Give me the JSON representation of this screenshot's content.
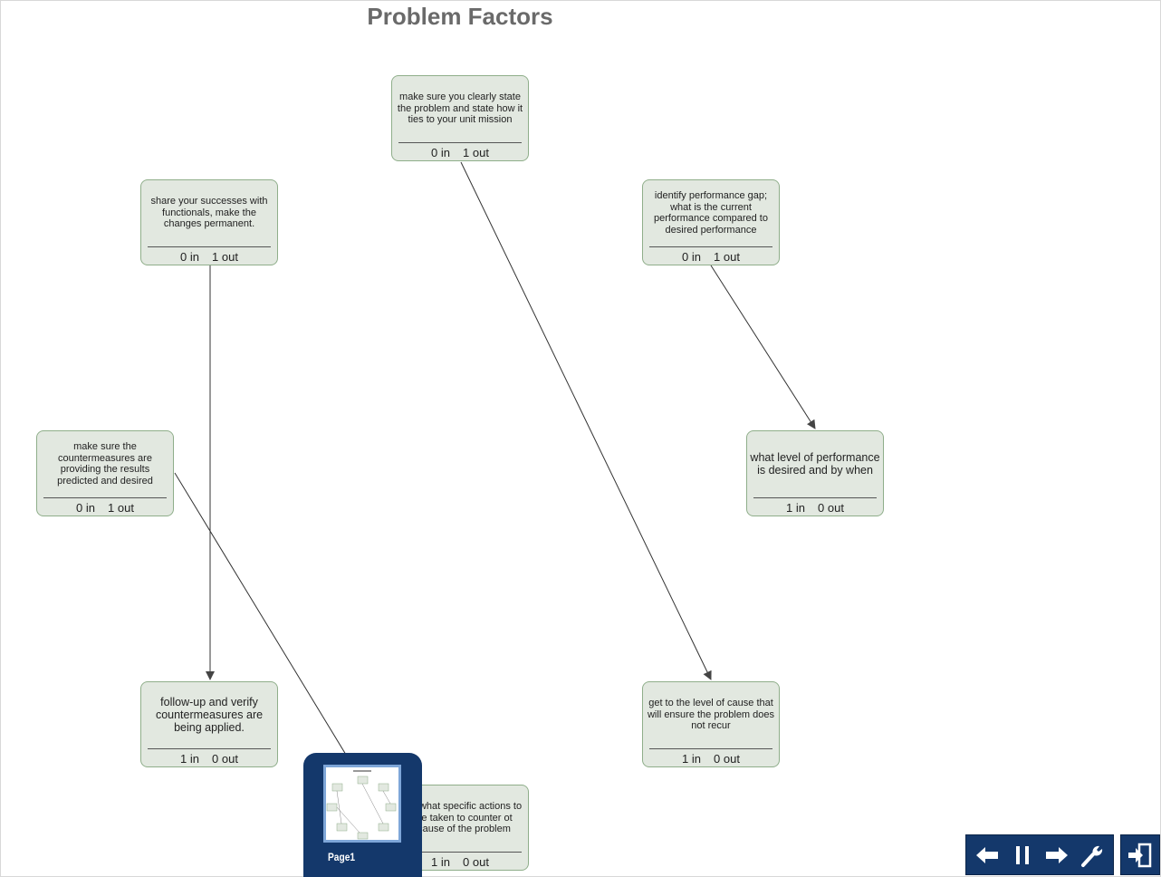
{
  "title": "Problem Factors",
  "nodes": [
    {
      "text": "make sure you clearly state the problem and state how it ties to your unit mission",
      "in": "0 in",
      "out": "1 out"
    },
    {
      "text": "share your successes with functionals, make the changes permanent.",
      "in": "0 in",
      "out": "1 out"
    },
    {
      "text": "identify performance gap; what is the current performance compared to desired performance",
      "in": "0 in",
      "out": "1 out"
    },
    {
      "text": "make sure the countermeasures are providing the results predicted and desired",
      "in": "0 in",
      "out": "1 out"
    },
    {
      "text": "what level of performance is desired and by when",
      "in": "1 in",
      "out": "0 out"
    },
    {
      "text": "follow-up and verify countermeasures are being applied.",
      "in": "1 in",
      "out": "0 out"
    },
    {
      "text": "get to the level of cause that will ensure the problem does not recur",
      "in": "1 in",
      "out": "0 out"
    },
    {
      "text": "ify what specific actions to be taken to counter ot cause of the problem",
      "in": "1 in",
      "out": "0 out"
    }
  ],
  "page_panel": {
    "label": "Page1"
  },
  "toolbar": {
    "buttons": [
      "back-arrow-icon",
      "pause-icon",
      "forward-arrow-icon",
      "wrench-icon"
    ],
    "exit": "exit-icon"
  },
  "colors": {
    "node_fill": "#e2e8e0",
    "node_border": "#8fae8a",
    "title": "#6a6a6a",
    "panel": "#14386b",
    "connector": "#333333"
  }
}
